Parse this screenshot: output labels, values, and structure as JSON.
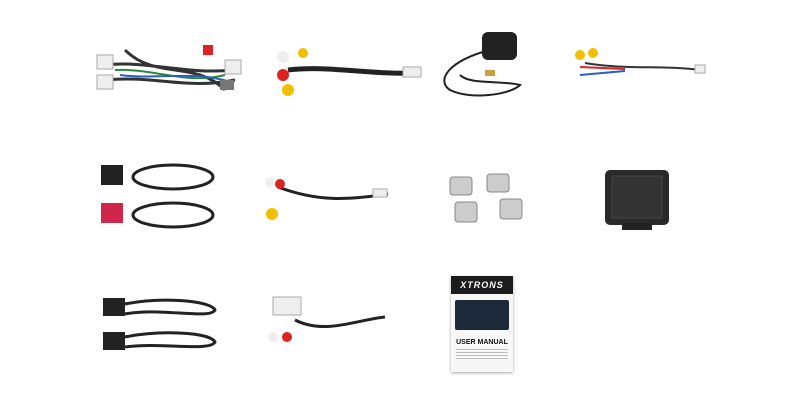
{
  "manual": {
    "brand": "XTRONS",
    "title": "USER MANUAL"
  },
  "items": [
    "main-wiring-harness",
    "rca-harness",
    "gps-antenna",
    "camera-cable",
    "usb-extension-cables",
    "aux-rca-cable",
    "mounting-clips",
    "canbus-decoder-box",
    "usb-cable-pair",
    "rca-audio-cable",
    "user-manual"
  ]
}
